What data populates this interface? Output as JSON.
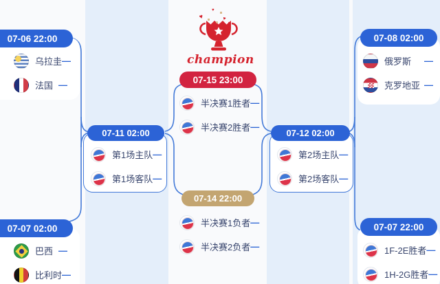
{
  "colors": {
    "accent_blue": "#2c63d6",
    "accent_red": "#d22340",
    "accent_tan": "#c3a571",
    "line_blue": "#4279d8",
    "band_blue": "#e4eefa",
    "team_text": "#39466e"
  },
  "champion": {
    "label": "champion"
  },
  "matches": [
    {
      "time": "07-06 22:00",
      "teams": [
        {
          "name": "乌拉圭",
          "icon": "uruguay-flag",
          "score": "—"
        },
        {
          "name": "法国",
          "icon": "france-flag",
          "score": "—"
        }
      ]
    },
    {
      "time": "07-07 02:00",
      "teams": [
        {
          "name": "巴西",
          "icon": "brazil-flag",
          "score": "—"
        },
        {
          "name": "比利时",
          "icon": "belgium-flag",
          "score": "—"
        }
      ]
    },
    {
      "time": "07-11 02:00",
      "teams": [
        {
          "name": "第1场主队",
          "icon": "team-badge",
          "score": "—"
        },
        {
          "name": "第1场客队",
          "icon": "team-badge",
          "score": "—"
        }
      ]
    },
    {
      "time": "07-15 23:00",
      "teams": [
        {
          "name": "半决赛1胜者",
          "icon": "team-badge",
          "score": "—"
        },
        {
          "name": "半决赛2胜者",
          "icon": "team-badge",
          "score": "—"
        }
      ]
    },
    {
      "time": "07-14 22:00",
      "teams": [
        {
          "name": "半决赛1负者",
          "icon": "team-badge",
          "score": "—"
        },
        {
          "name": "半决赛2负者",
          "icon": "team-badge",
          "score": "—"
        }
      ]
    },
    {
      "time": "07-12 02:00",
      "teams": [
        {
          "name": "第2场主队",
          "icon": "team-badge",
          "score": "—"
        },
        {
          "name": "第2场客队",
          "icon": "team-badge",
          "score": "—"
        }
      ]
    },
    {
      "time": "07-08 02:00",
      "teams": [
        {
          "name": "俄罗斯",
          "icon": "russia-flag",
          "score": "—"
        },
        {
          "name": "克罗地亚",
          "icon": "croatia-flag",
          "score": "—"
        }
      ]
    },
    {
      "time": "07-07 22:00",
      "teams": [
        {
          "name": "1F-2E胜者",
          "icon": "team-badge",
          "score": "—"
        },
        {
          "name": "1H-2G胜者",
          "icon": "team-badge",
          "score": "—"
        }
      ]
    }
  ]
}
